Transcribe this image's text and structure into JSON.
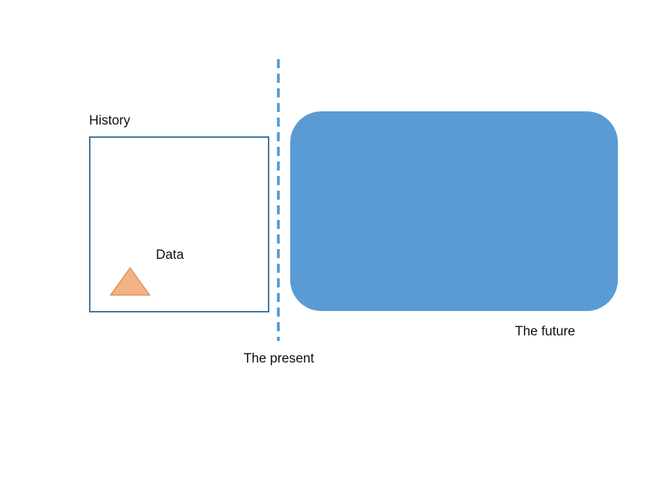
{
  "slide": {
    "background": "#ffffff"
  },
  "labels": {
    "history": "History",
    "data": "Data",
    "future": "The future",
    "present": "The present"
  },
  "shapes": {
    "history_box": {
      "type": "rectangle",
      "fill": "#ffffff",
      "border_color": "#31719b"
    },
    "future_box": {
      "type": "rounded-rectangle",
      "fill": "#5b9bd5"
    },
    "present_line": {
      "type": "dashed-vertical-line",
      "color": "#5b9bd5"
    },
    "data_triangle": {
      "type": "triangle",
      "fill": "#f4b183",
      "border_color": "#d88d5a"
    }
  }
}
